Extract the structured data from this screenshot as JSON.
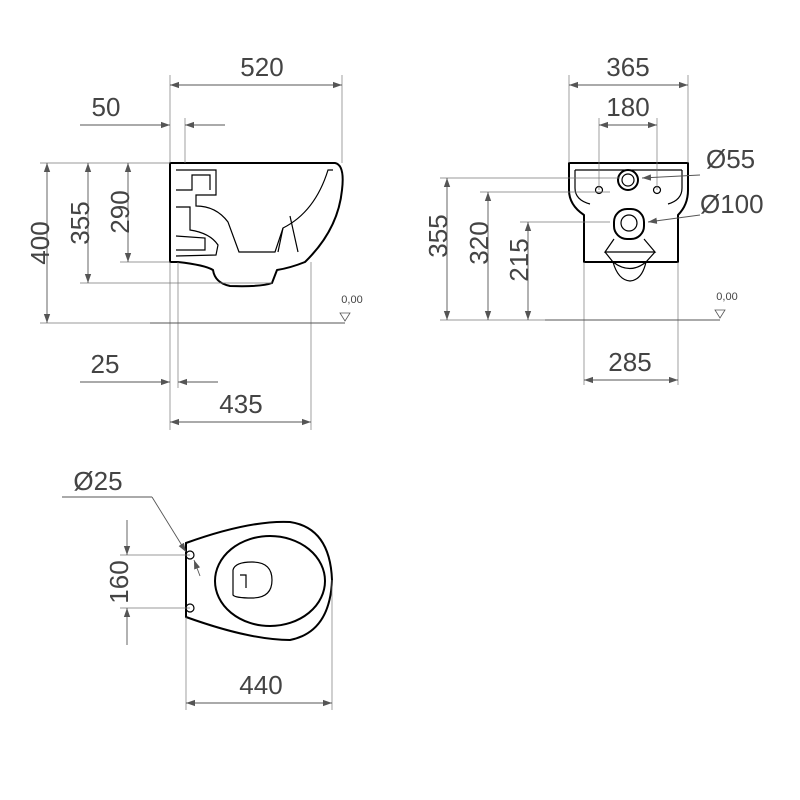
{
  "side_view": {
    "width_total": "520",
    "offset_top": "50",
    "height_total": "400",
    "height_mid": "355",
    "height_inner": "290",
    "offset_bottom": "25",
    "depth_bottom": "435",
    "floor_level": "0,00"
  },
  "front_view": {
    "width_total": "365",
    "bolt_spacing": "180",
    "pipe_small": "Ø55",
    "pipe_large": "Ø100",
    "height_total": "355",
    "height_mid": "320",
    "height_outlet": "215",
    "width_base": "285",
    "floor_level": "0,00"
  },
  "top_view": {
    "hole_diameter": "Ø25",
    "hole_spacing": "160",
    "length_total": "440"
  }
}
